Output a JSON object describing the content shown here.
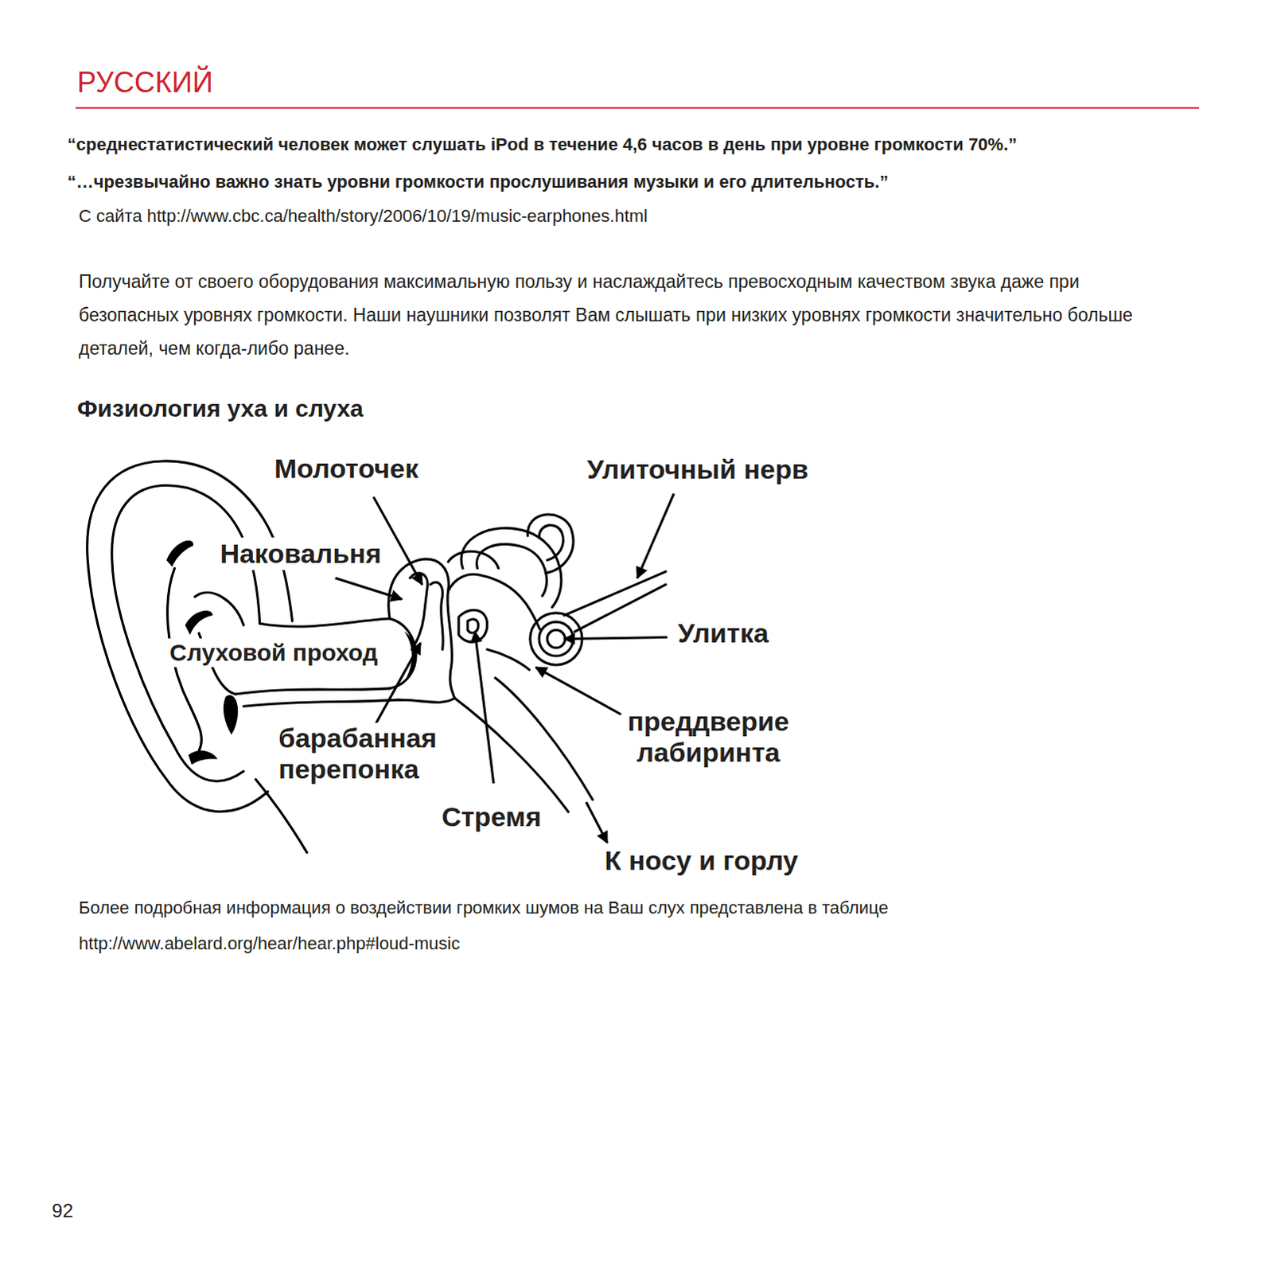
{
  "diagram": {
    "title": "Физиология уха и слуха",
    "labels": [
      "РУССКИЙ",
      "“среднестатистический человек может слушать iPod в течение 4,6 часов в день при уровне громкости 70%.”",
      "“…чрезвычайно важно знать уровни громкости прослушивания музыки и его длительность.”",
      "С сайта http://www.cbc.ca/health/story/2006/10/19/music-earphones.html",
      "Получайте от своего оборудования максимальную пользу и наслаждайтесь превосходным качеством звука даже при безопасных уровнях громкости. Наши наушники позволят Вам слышать при низких уровнях громкости значительно больше деталей, чем когда-либо ранее.",
      "Молоточек",
      "Улиточный нерв",
      "Наковальня",
      "Улитка",
      "Слуховой проход",
      "барабанная перепонка",
      "преддверие лабиринта",
      "Стремя",
      "К носу и горлу",
      "Более подробная информация о воздействии громких шумов на Ваш слух представлена в таблице",
      "http://www.abelard.org/hear/hear.php#loud-music",
      "92"
    ]
  }
}
